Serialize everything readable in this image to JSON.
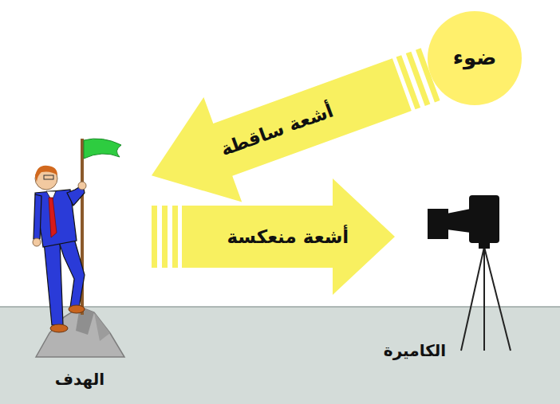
{
  "diagram": {
    "nodes": [
      {
        "text": [
          "ضوء"
        ]
      },
      {
        "text": [
          "الهدف"
        ]
      },
      {
        "text": [
          "الكاميرة"
        ]
      }
    ],
    "edges": [
      {
        "from": 0,
        "to": 1,
        "label": "أشعة ساقطة",
        "arrow": "to"
      },
      {
        "from": 1,
        "to": 2,
        "label": "أشعة منعكسة",
        "arrow": "to"
      }
    ]
  }
}
